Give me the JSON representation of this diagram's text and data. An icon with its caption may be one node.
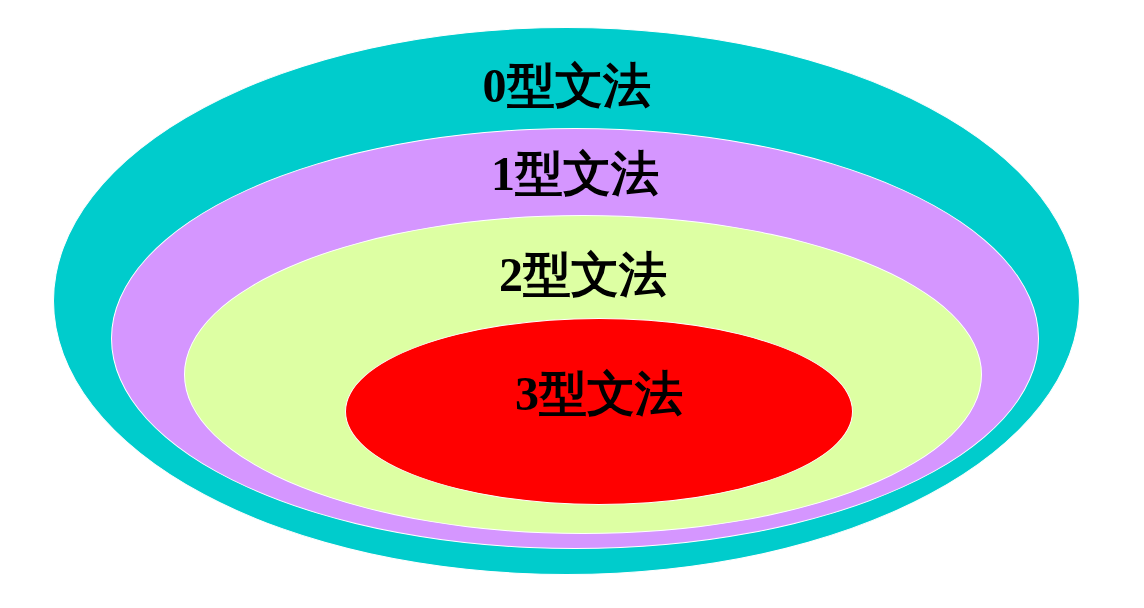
{
  "diagram": {
    "nodes": [
      {
        "text": [
          "0型文法"
        ]
      },
      {
        "text": [
          "1型文法"
        ],
        "in": 0
      },
      {
        "text": [
          "2型文法"
        ],
        "in": 1
      },
      {
        "text": [
          "3型文法"
        ],
        "in": 2
      }
    ]
  }
}
